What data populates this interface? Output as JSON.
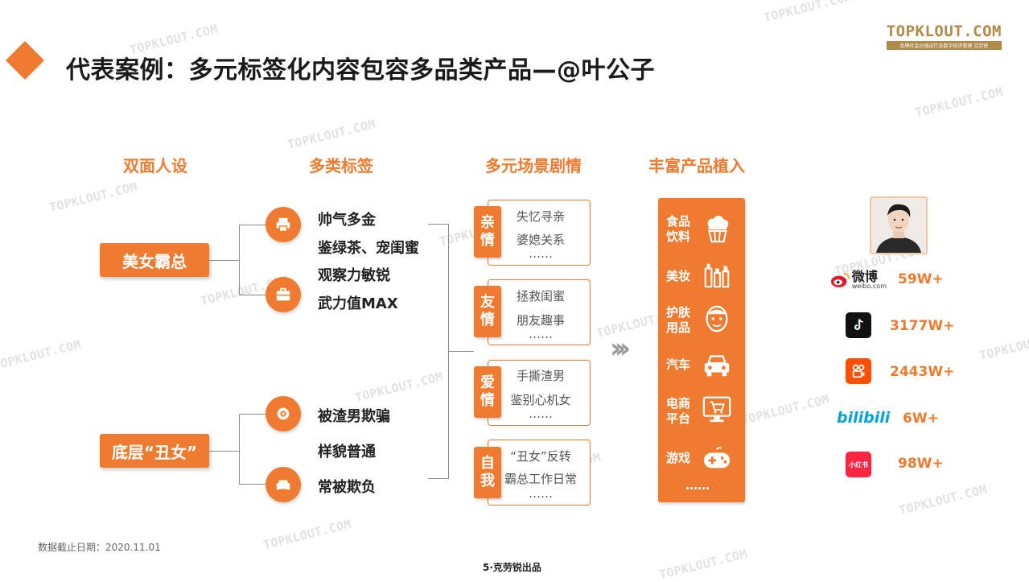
{
  "header": {
    "title": "代表案例：多元标签化内容包容多品类产品—@叶公子",
    "logo_main": "TOPKLOUT.COM",
    "logo_sub": "品牌社会价值运行及数字经济管理 克劳锐"
  },
  "watermark": "TOPKLOUT.COM",
  "columns": {
    "persona": "双面人设",
    "tags": "多类标签",
    "scenes": "多元场景剧情",
    "products": "丰富产品植入"
  },
  "personas": [
    {
      "label": "美女霸总",
      "icon": "briefcase-icon"
    },
    {
      "label": "底层“丑女”",
      "icon": "sofa-icon"
    }
  ],
  "tags_group1": [
    "帅气多金",
    "鉴绿茶、宠闺蜜",
    "观察力敏锐",
    "武力值MAX"
  ],
  "tags_group2": [
    "被渣男欺骗",
    "样貌普通",
    "常被欺负"
  ],
  "scenes": [
    {
      "tag_top": "亲",
      "tag_bottom": "情",
      "lines": [
        "失忆寻亲",
        "婆媳关系",
        "……"
      ]
    },
    {
      "tag_top": "友",
      "tag_bottom": "情",
      "lines": [
        "拯救闺蜜",
        "朋友趣事",
        "……"
      ]
    },
    {
      "tag_top": "爱",
      "tag_bottom": "情",
      "lines": [
        "手撕渣男",
        "鉴别心机女",
        "……"
      ]
    },
    {
      "tag_top": "自",
      "tag_bottom": "我",
      "lines": [
        "“丑女”反转",
        "霸总工作日常",
        "……"
      ]
    }
  ],
  "products": [
    {
      "line1": "食品",
      "line2": "饮料",
      "icon": "cupcake-icon"
    },
    {
      "line1": "美妆",
      "line2": "",
      "icon": "cosmetics-icon"
    },
    {
      "line1": "护肤",
      "line2": "用品",
      "icon": "face-mask-icon"
    },
    {
      "line1": "汽车",
      "line2": "",
      "icon": "car-icon"
    },
    {
      "line1": "电商",
      "line2": "平台",
      "icon": "monitor-cart-icon"
    },
    {
      "line1": "游戏",
      "line2": "",
      "icon": "gamepad-icon"
    }
  ],
  "products_more": "……",
  "platforms": [
    {
      "name": "微博",
      "sub": "weibo.com",
      "value": "59W+",
      "color": "#e6162d"
    },
    {
      "name": "抖音",
      "value": "3177W+",
      "color": "#111111"
    },
    {
      "name": "快手",
      "value": "2443W+",
      "color": "#ff5000"
    },
    {
      "name": "bilibili",
      "value": "6W+",
      "color": "#00a1d6"
    },
    {
      "name": "小红书",
      "value": "98W+",
      "color": "#ff2442"
    }
  ],
  "footnote": "数据截止日期：2020.11.01",
  "page_footer": "5·克劳锐出品",
  "accent_color": "#ee7b30"
}
